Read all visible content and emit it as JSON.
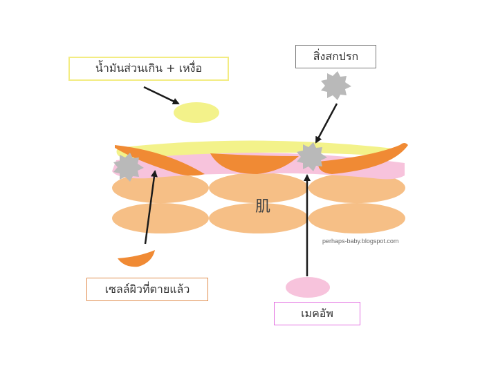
{
  "labels": {
    "oil_sweat": "น้ำมันส่วนเกิน + เหงื่อ",
    "dirt": "สิ่งสกปรก",
    "dead_cells": "เซลล์ผิวที่ตายแล้ว",
    "makeup": "เมคอัพ"
  },
  "skin_label": "肌",
  "watermark": "perhaps-baby.blogspot.com",
  "colors": {
    "oil": "#f3f28a",
    "dead_cell": "#f08a34",
    "skin_cell": "#f6bf86",
    "makeup": "#f7c3dc",
    "dirt": "#b9b9b9",
    "arrow": "#1a1a1a"
  }
}
